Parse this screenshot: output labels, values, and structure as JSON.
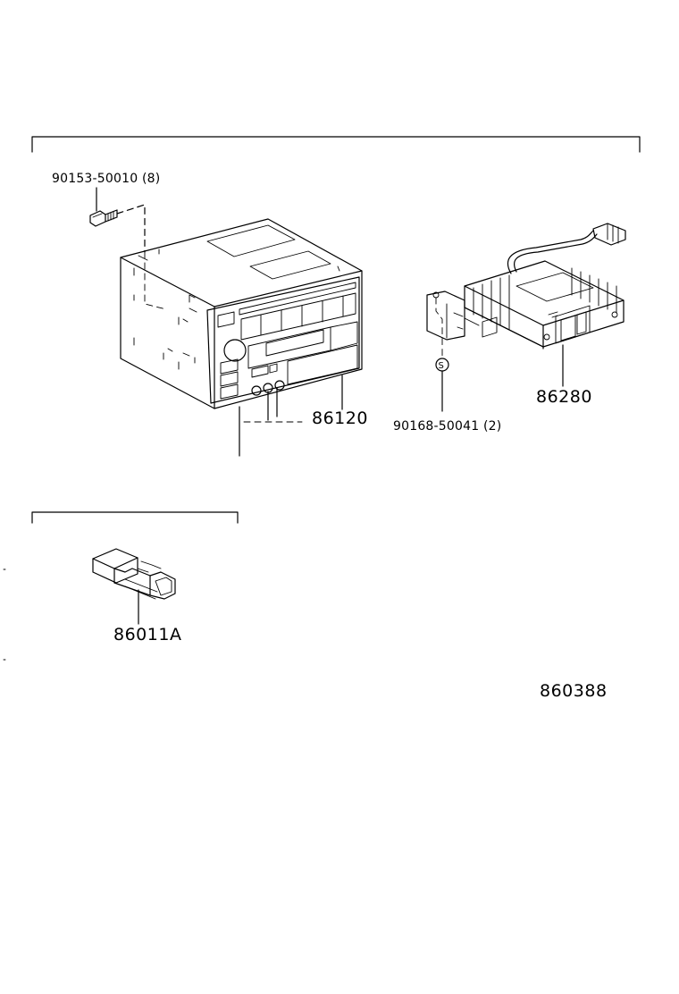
{
  "labels": {
    "bolt_part": "90153-50010 (8)",
    "radio_part": "86120",
    "amp_part": "86280",
    "screw_part": "90168-50041 (2)",
    "screw_symbol": "S",
    "connector_part": "86011A",
    "figure_number": "860388"
  }
}
